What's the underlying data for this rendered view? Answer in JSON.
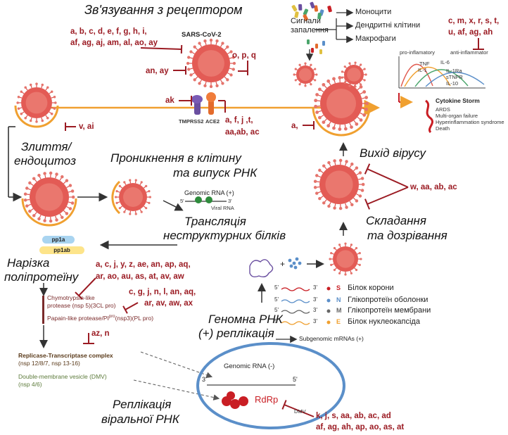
{
  "titles": {
    "receptor_binding": "Зв'язування з рецептором",
    "fusion_1": "Злиття/",
    "fusion_2": "ендоцитоз",
    "entry_1": "Проникнення в клітину",
    "entry_2": "та випуск РНК",
    "translation_1": "Трансляція",
    "translation_2": "неструктурних білків",
    "cleavage_1": "Нарізка",
    "cleavage_2": "поліпротеїну",
    "genome_repl_1": "Геномна РНК",
    "genome_repl_2": "(+) реплікація",
    "viral_repl_1": "Реплікація",
    "viral_repl_2": "віральної РНК",
    "assembly_1": "Складання",
    "assembly_2": "та дозрівання",
    "exit": "Вихід вірусу"
  },
  "labels": {
    "sars": "SARS-CoV-2",
    "tmprss2": "TMPRSS2",
    "ace2": "ACE2",
    "signals_1": "Сигнали",
    "signals_2": "запалення",
    "monocytes": "Моноцити",
    "dendritic": "Дендритні клітини",
    "macrophages": "Макрофаги",
    "pro_inflammatory": "pro-inflamatory",
    "anti_inflammatory": "anti-inflammator",
    "tnf": "TNF",
    "il1": "IL-1",
    "il6": "IL-6",
    "il1ra": "IL-1Ra",
    "stnfr": "sTNFR",
    "il10": "IL-10",
    "cytokine_storm": "Cytokine Storm",
    "ards": "ARDS",
    "organ_failure": "Multi-organ failure",
    "hyperinflammation": "Hyperinflammation syndrome",
    "death": "Death",
    "genomic_rna_plus": "Genomic RNA (+)",
    "five_prime": "5'",
    "three_prime": "3'",
    "viral_rna": "Viral RNA",
    "pp1a": "pp1a",
    "pp1ab": "pp1ab",
    "chymotrypsin_1": "Chymotrypsin-like",
    "chymotrypsin_2": "protease (nsp 5)(3CL pro)",
    "papain": "Papain-like protease/PI",
    "papain_sup": "pro",
    "papain_tail": "(nsp3)(PL pro)",
    "replicase_1": "Replicase-Transcriptase complex",
    "replicase_2": "(nsp 12/8/7, nsp 13-16)",
    "dmv_1": "Double-membrane vesicle (DMV)",
    "dmv_2": "(nsp 4/6)",
    "genomic_rna_minus": "Genomic RNA (-)",
    "rdrp": "RdRp",
    "dmv_short": "DMV",
    "subgenomic": "Subgenomic mRNAs (+)",
    "plus_sign": "+",
    "protein_s": "S",
    "protein_n": "N",
    "protein_m": "M",
    "protein_e": "E",
    "legend_s": "Білок корони",
    "legend_n": "Глікопротеїн оболонки",
    "legend_m": "Глікопротеїн мембрани",
    "legend_e": "Білок нуклеокапсіда"
  },
  "inhibitors": {
    "receptor_1": "a, b, c, d, e, f, g, h, i,",
    "receptor_2": "af, ag, aj, am, al, ao, ay",
    "opq": "o, p, q",
    "an_ay": "an, ay",
    "ak": "ak",
    "ace2_1": "a, f, j ,t,",
    "ace2_2": "aa,ab, ac",
    "v_ai": "v, ai",
    "exit_a": "a,",
    "immune_1": "c, m, x, r, s, t,",
    "immune_2": "u, af, ag, ah",
    "assembly": "w, aa, ab, ac",
    "cleavage_1": "a, c, j, y, z, ae, an, ap, aq,",
    "cleavage_2": "ar, ao, au, as, at, av, aw",
    "papain_1": "c, g, j, n, l, an, aq,",
    "papain_2": "ar, av, aw, ax",
    "az_n": "az, n",
    "rdrp_1": "k, j, s, aa, ab, ac, ad",
    "rdrp_2": "af, ag, ah, ap, ao, as, at"
  },
  "colors": {
    "inhibitor_red": "#9b1b23",
    "virus_red": "#d9534f",
    "membrane_orange": "#f0a030",
    "dmv_blue": "#5b8fc9",
    "pp1a_blue": "#a9d4f0",
    "pp1ab_yellow": "#fde48a"
  }
}
